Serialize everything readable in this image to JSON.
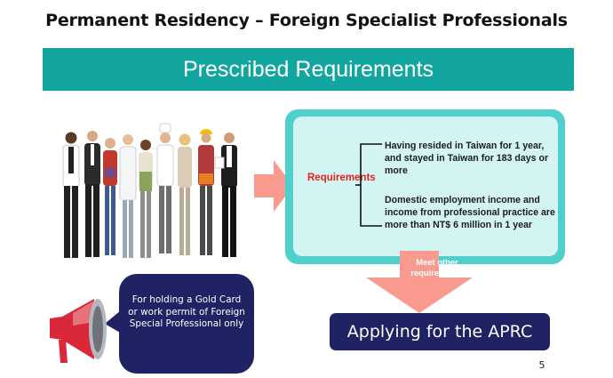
{
  "slide": {
    "title": "Permanent Residency – Foreign Specialist Professionals",
    "banner": "Prescribed Requirements",
    "requirements_label": "Requirements",
    "requirements": [
      "Having resided in Taiwan for 1 year, and stayed in Taiwan for 183 days or more",
      "Domestic employment income and income from professional practice are more than NT$ 6 million in 1 year"
    ],
    "down_arrow_label": "Meet other requirements",
    "aprc_button": "Applying for the APRC",
    "gold_card_note": "For holding a Gold Card or work permit of Foreign Special Professional only",
    "page_number": "5"
  },
  "colors": {
    "banner": "#13A6A0",
    "teal_outer": "#4FD0CD",
    "teal_inner": "#D2F5F3",
    "navy": "#1F2263",
    "arrow_salmon": "#F89B8E",
    "req_red": "#E8201E",
    "megaphone_red": "#D8283A"
  },
  "icons": {
    "people_illustration": "group-of-professionals-image",
    "megaphone": "megaphone-icon"
  }
}
